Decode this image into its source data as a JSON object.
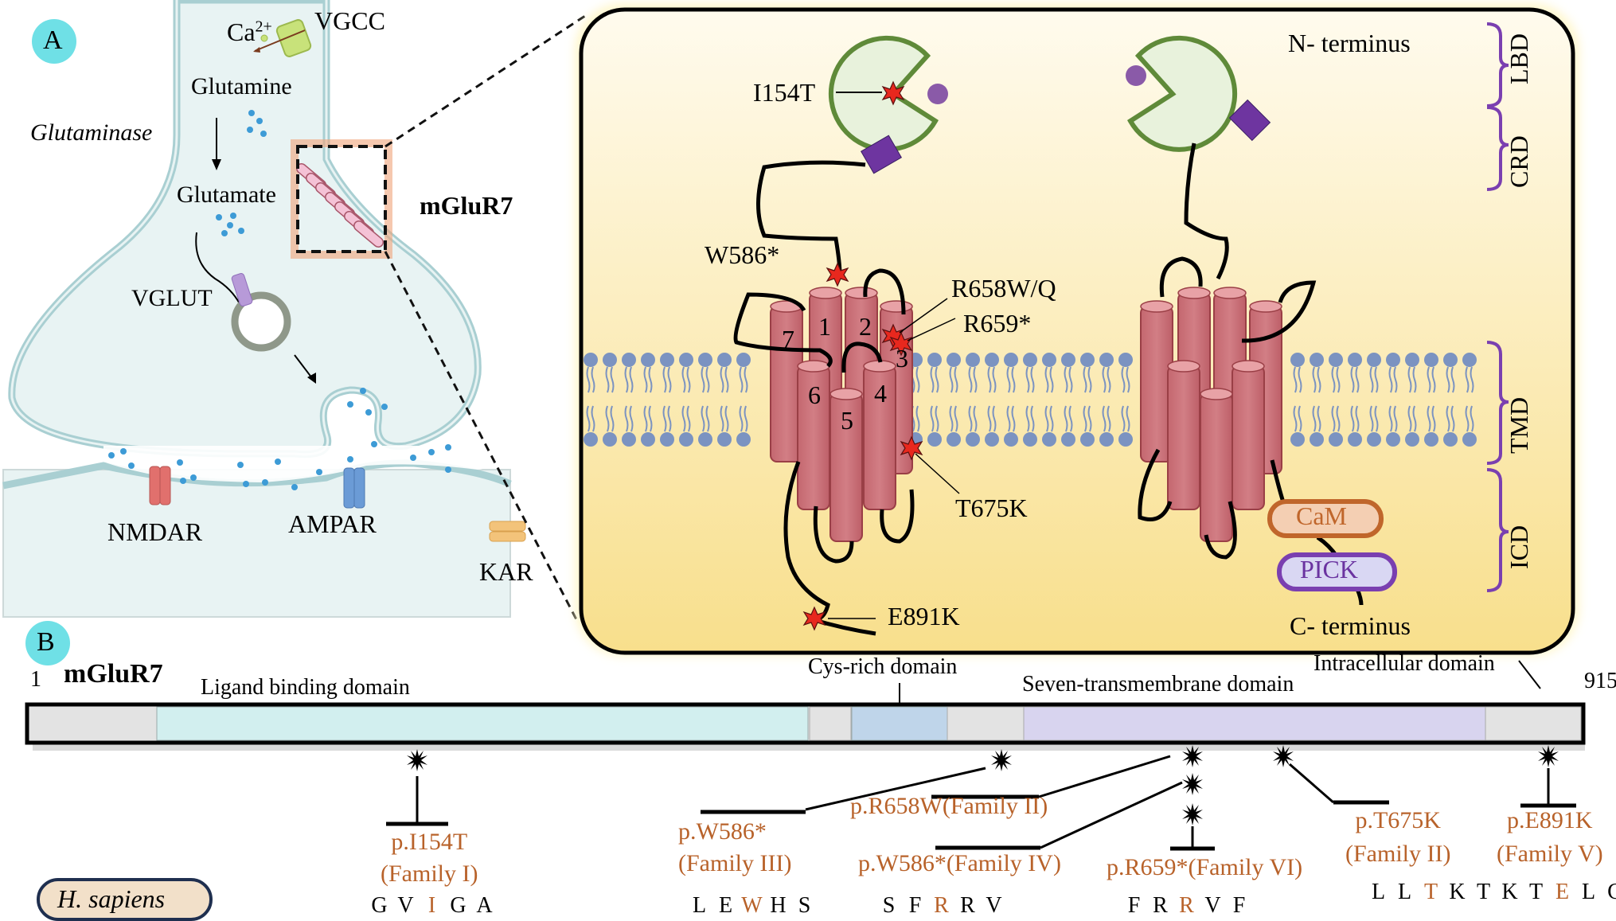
{
  "panel_a": {
    "badge": "A",
    "presynaptic": {
      "ca_label": "Ca",
      "ca_sup": "2+",
      "vgcc": "VGCC",
      "glutamine": "Glutamine",
      "glutaminase": "Glutaminase",
      "glutamate": "Glutamate",
      "vglut": "VGLUT",
      "mglur7": "mGluR7"
    },
    "postsynaptic": {
      "nmdar": "NMDAR",
      "ampar": "AMPAR",
      "kar": "KAR"
    },
    "zoom_inset": {
      "n_terminus": "N- terminus",
      "c_terminus": "C- terminus",
      "helix_numbers": [
        "1",
        "2",
        "3",
        "4",
        "5",
        "6",
        "7"
      ],
      "mutations": [
        "I154T",
        "W586*",
        "R658W/Q",
        "R659*",
        "T675K",
        "E891K"
      ],
      "partners": [
        "CaM",
        "PICK"
      ],
      "domain_brackets": [
        "LBD",
        "CRD",
        "TMD",
        "ICD"
      ]
    }
  },
  "panel_b": {
    "badge": "B",
    "protein": "mGluR7",
    "start": "1",
    "end": "915",
    "domains": [
      {
        "name": "Ligand binding domain",
        "color": "#d2efef"
      },
      {
        "name": "Cys-rich domain",
        "color": "#bfd5ea"
      },
      {
        "name": "Seven-transmembrane domain",
        "color": "#d8d4ef"
      },
      {
        "name": "Intracellular domain",
        "color": "#e3e3e3"
      }
    ],
    "variants": [
      {
        "label": "p.I154T",
        "family": "(Family I)",
        "seq": [
          "G",
          "V",
          "I",
          "G",
          "A"
        ],
        "hl": 2
      },
      {
        "label": "p.W586*",
        "family": "(Family III)",
        "seq": [
          "L",
          "E",
          "W",
          "H",
          "S"
        ],
        "hl": 2
      },
      {
        "label": "p.R658W(Family II)",
        "family": "",
        "seq": [
          "S",
          "F",
          "R",
          "R",
          "V"
        ],
        "hl": 2
      },
      {
        "label": "p.W586*(Family IV)",
        "family": "",
        "seq": [],
        "hl": -1
      },
      {
        "label": "p.R659*(Family VI)",
        "family": "",
        "seq": [
          "F",
          "R",
          "R",
          "V",
          "F"
        ],
        "hl": 2
      },
      {
        "label": "p.T675K",
        "family": "(Family II)",
        "seq": [
          "L",
          "L",
          "T",
          "K",
          "T"
        ],
        "hl": 2
      },
      {
        "label": "p.E891K",
        "family": "(Family V)",
        "seq": [
          "K",
          "T",
          "E",
          "L",
          "C"
        ],
        "hl": 2
      }
    ],
    "species": "H. sapiens"
  },
  "colors": {
    "badge": "#6fe0e6",
    "membrane": "#a9cfd2",
    "cytoplasm": "#e8f3f3",
    "inset_bg": "#fbeeb8",
    "helix": "#c9737a",
    "mutation_star": "#e8281e",
    "variant_text": "#b8622a",
    "bracket": "#7a3fb0",
    "lipid": "#7b93c1"
  }
}
